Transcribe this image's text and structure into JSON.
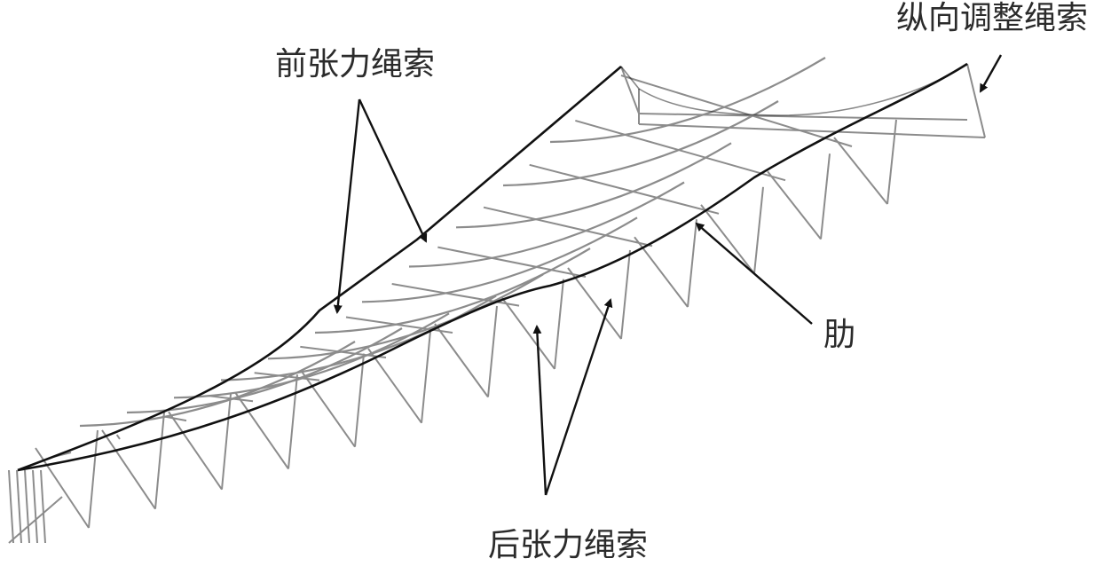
{
  "labels": {
    "front_cable": "前张力绳索",
    "longitudinal_cable": "纵向调整绳索",
    "rib": "肋",
    "back_cable": "后张力绳索"
  },
  "colors": {
    "cable": "#111111",
    "frame": "#8c8c8c",
    "arrow": "#111111",
    "text": "#2b2b2b"
  }
}
